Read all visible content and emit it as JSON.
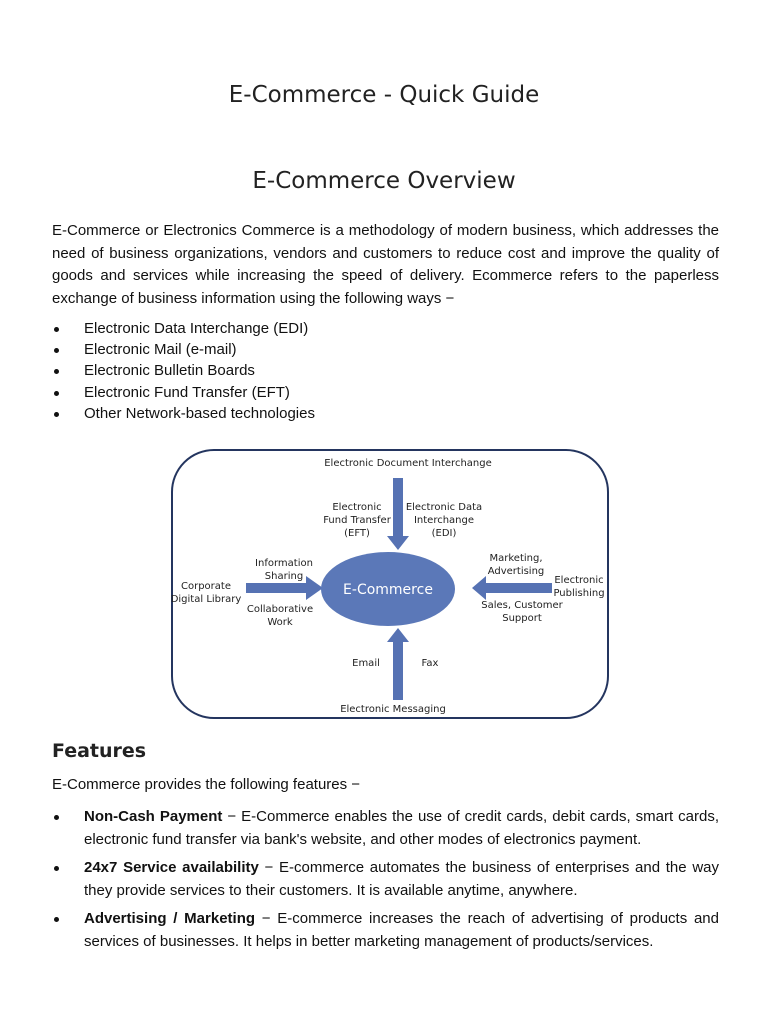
{
  "title": "E-Commerce - Quick Guide",
  "overview": {
    "heading": "E-Commerce Overview",
    "intro": "E-Commerce or Electronics Commerce is a methodology of modern business, which addresses the need of business organizations, vendors and customers to reduce cost and improve the quality of goods and services while increasing the speed of delivery. Ecommerce refers to the paperless exchange of business information using the following ways −",
    "ways": [
      "Electronic Data Interchange (EDI)",
      "Electronic Mail (e-mail)",
      "Electronic Bulletin Boards",
      "Electronic Fund Transfer (EFT)",
      "Other Network-based technologies"
    ]
  },
  "diagram": {
    "colors": {
      "ellipse": "#5b78b8",
      "arrow": "#5672b3",
      "frame": "#24355f"
    },
    "center": "E-Commerce",
    "top_source": "Electronic Document Interchange",
    "top_left": [
      "Electronic",
      "Fund Transfer",
      "(EFT)"
    ],
    "top_right": [
      "Electronic Data",
      "Interchange",
      "(EDI)"
    ],
    "left_source": [
      "Corporate",
      "Digital Library"
    ],
    "left_upper": [
      "Information",
      "Sharing"
    ],
    "left_lower": [
      "Collaborative",
      "Work"
    ],
    "right_source": [
      "Electronic",
      "Publishing"
    ],
    "right_upper": [
      "Marketing,",
      "Advertising"
    ],
    "right_lower": [
      "Sales, Customer",
      "Support"
    ],
    "bottom_source": "Electronic Messaging",
    "bottom_left": "Email",
    "bottom_right": "Fax"
  },
  "features": {
    "heading": "Features",
    "intro": "E-Commerce provides the following features −",
    "items": [
      {
        "term": "Non-Cash Payment",
        "text": " − E-Commerce enables the use of credit cards, debit cards, smart cards, electronic fund transfer via bank's website, and other modes of electronics payment."
      },
      {
        "term": "24x7 Service availability",
        "text": " − E-commerce automates the business of enterprises and the way they provide services to their customers. It is available anytime, anywhere."
      },
      {
        "term": "Advertising / Marketing",
        "text": " − E-commerce increases the reach of advertising of products and services of businesses. It helps in better marketing management of products/services."
      }
    ]
  }
}
